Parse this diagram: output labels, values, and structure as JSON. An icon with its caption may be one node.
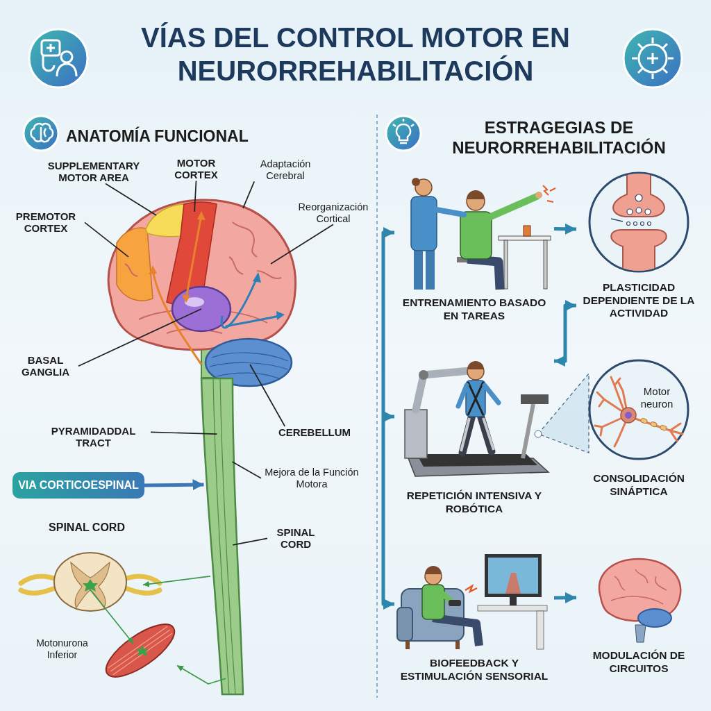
{
  "diagram": {
    "title": "VÍAS DEL CONTROL MOTOR EN NEURORREHABILITACIÓN",
    "nodes": [
      {
        "text": [],
        "shape": "picture"
      },
      {
        "text": [],
        "shape": "picture"
      },
      {
        "text": [
          "SUPPLEMENTARY MOTOR AREA"
        ]
      },
      {
        "text": [
          "MOTOR CORTEX"
        ]
      },
      {
        "text": [
          "Adaptación Cerebral"
        ]
      },
      {
        "text": [
          "PREMOTOR CORTEX"
        ]
      },
      {
        "text": [
          "Reorganización Cortical"
        ]
      },
      {
        "text": [
          "BASAL GANGLIA"
        ]
      },
      {
        "text": [
          "CEREBELLUM"
        ]
      },
      {
        "text": [
          "PYRAMIDADDAL TRACT"
        ]
      },
      {
        "text": [
          "VIA CORTICOESPINAL"
        ]
      },
      {
        "text": [
          "Mejora de la Función Motora"
        ]
      },
      {
        "text": [
          "SPINAL CORD"
        ]
      },
      {
        "text": [
          "ENTRENAMIENTO BASADO EN TAREAS"
        ]
      },
      {
        "text": [
          "PLASTICIDAD DEPENDIENTE DE LA ACTIVIDAD"
        ]
      },
      {
        "text": [
          "REPETICIÓN INTENSIVA Y ROBÓTICA"
        ]
      },
      {
        "text": [
          "Motor neuron",
          "CONSOLIDACIÓN SINÁPTICA"
        ]
      },
      {
        "text": [
          "BIOFEEDBACK Y ESTIMULACIÓN SENSORIAL"
        ]
      },
      {
        "text": [
          "MODULACIÓN DE CIRCUITOS"
        ]
      },
      {
        "text": [],
        "shape": "picture"
      },
      {
        "text": [],
        "shape": "picture"
      }
    ],
    "edges": [
      {
        "from": 2,
        "to": 0,
        "arrow": "none"
      },
      {
        "from": 3,
        "to": 0,
        "arrow": "none"
      },
      {
        "from": 4,
        "to": 0,
        "arrow": "none"
      },
      {
        "from": 5,
        "to": 0,
        "arrow": "none"
      },
      {
        "from": 6,
        "to": 0,
        "arrow": "none"
      },
      {
        "from": 7,
        "to": 0,
        "arrow": "none"
      },
      {
        "from": 8,
        "to": 0,
        "arrow": "none"
      },
      {
        "from": 9,
        "to": 1,
        "arrow": "none"
      },
      {
        "from": 10,
        "to": 1,
        "arrow": "to",
        "style": "thick",
        "color": "#3a78b5"
      },
      {
        "from": 11,
        "to": 1,
        "arrow": "none"
      },
      {
        "from": 12,
        "to": 1,
        "arrow": "none"
      },
      {
        "from": 13,
        "to": 14,
        "arrow": "to",
        "style": "thick",
        "color": "#2f86ad"
      },
      {
        "from": 14,
        "to": 15,
        "arrow": "both",
        "style": "thick",
        "color": "#2f86ad"
      },
      {
        "from": null,
        "to": 13,
        "arrow": "to",
        "style": "thick",
        "color": "#2f86ad"
      },
      {
        "from": null,
        "to": 15,
        "arrow": "to",
        "style": "thick",
        "color": "#2f86ad"
      },
      {
        "from": null,
        "to": 17,
        "arrow": "to",
        "style": "thick",
        "color": "#2f86ad"
      },
      {
        "from": 17,
        "to": 18,
        "arrow": "to",
        "style": "thick",
        "color": "#2f86ad"
      },
      {
        "from": 1,
        "to": 19,
        "arrow": "to",
        "color": "#3a9a4a"
      },
      {
        "from": 19,
        "to": 20,
        "arrow": "to",
        "color": "#3a9a4a"
      },
      {
        "from": 1,
        "to": 20,
        "arrow": "to",
        "color": "#3a9a4a"
      }
    ],
    "labels": [
      "ANATOMÍA FUNCIONAL",
      "ESTRAGEGIAS DE NEURORREHABILITACIÓN",
      "SPINAL CORD",
      "Motonurona Inferior"
    ]
  }
}
